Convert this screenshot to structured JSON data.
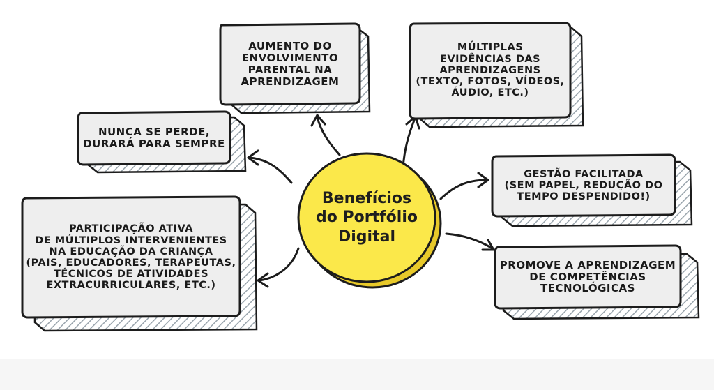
{
  "center": {
    "lines": [
      "Benefícios",
      "do Portfólio",
      "Digital"
    ],
    "fill": "#fbe84a"
  },
  "boxes": {
    "top_center": [
      "AUMENTO DO",
      "ENVOLVIMENTO",
      "PARENTAL NA",
      "APRENDIZAGEM"
    ],
    "top_right": [
      "MÚLTIPLAS",
      "EVIDÊNCIAS DAS",
      "APRENDIZAGENS",
      "(TEXTO, FOTOS, VÍDEOS,",
      "ÁUDIO, ETC.)"
    ],
    "left_top": [
      "NUNCA SE PERDE,",
      "DURARÁ PARA SEMPRE"
    ],
    "right_middle": [
      "GESTÃO FACILITADA",
      "(SEM PAPEL, REDUÇÃO DO",
      "TEMPO DESPENDIDO!)"
    ],
    "left_bottom": [
      "PARTICIPAÇÃO ATIVA",
      "DE MÚLTIPLOS INTERVENIENTES",
      "NA EDUCAÇÃO DA CRIANÇA",
      "(PAIS, EDUCADORES, TERAPEUTAS,",
      "TÉCNICOS DE ATIVIDADES",
      "EXTRACURRICULARES, ETC.)"
    ],
    "right_bottom": [
      "PROMOVE A APRENDIZAGEM",
      "DE COMPETÊNCIAS",
      "TECNOLÓGICAS"
    ]
  },
  "colors": {
    "box_fill": "#eeeeee",
    "outline": "#1c1c1c",
    "hatch": "#9aa5ad"
  }
}
